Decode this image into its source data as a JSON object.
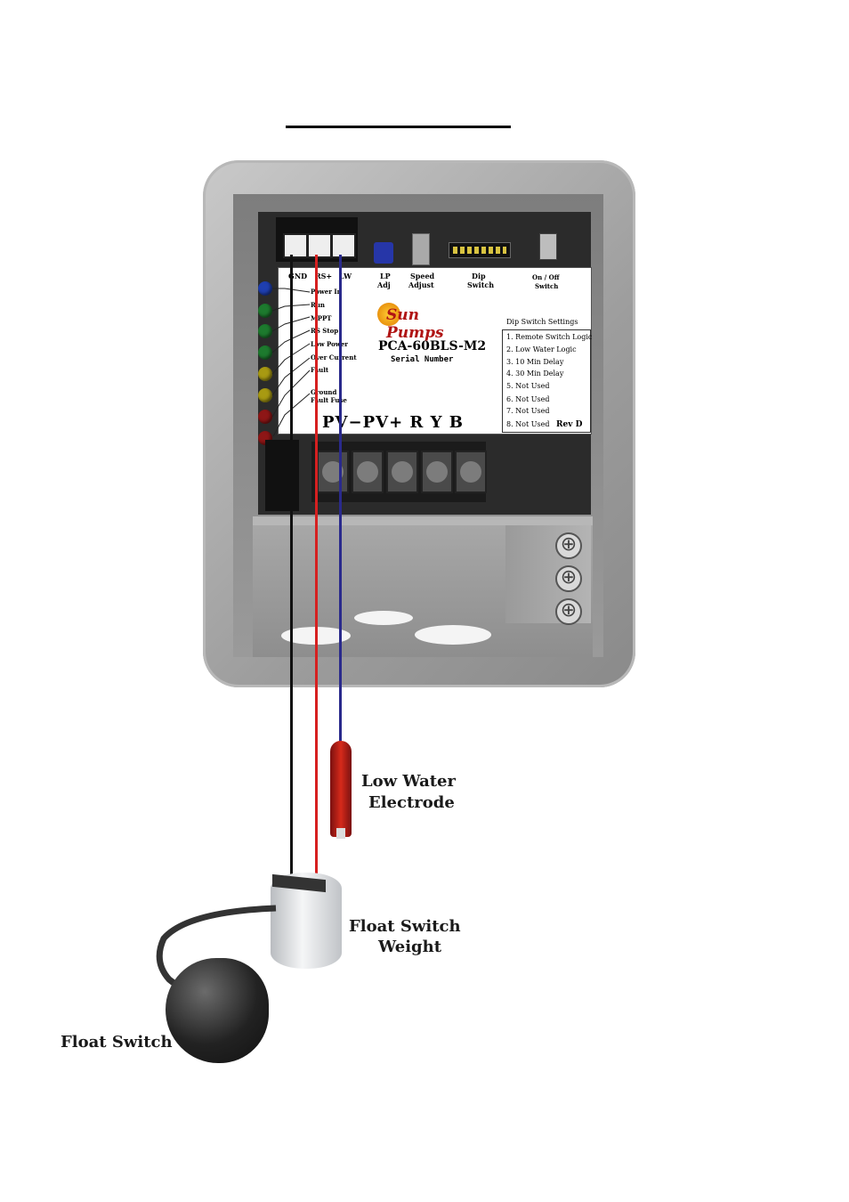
{
  "board": {
    "terminals_top": [
      "GND",
      "RS+",
      "LW"
    ],
    "adjusters": [
      "LP\nAdj",
      "Speed\nAdjust",
      "Dip\nSwitch",
      "On / Off\nSwitch"
    ],
    "adj_lp_1": "LP",
    "adj_lp_2": "Adj",
    "adj_speed_1": "Speed",
    "adj_speed_2": "Adjust",
    "adj_dip_1": "Dip",
    "adj_dip_2": "Switch",
    "adj_onoff_1": "On / Off",
    "adj_onoff_2": "Switch",
    "brand": "Sun Pumps",
    "model": "PCA-60BLS-M2",
    "serial_label": "Serial Number",
    "indicators": [
      "Power In",
      "Run",
      "MPPT",
      "RS Stop",
      "Low Power",
      "Over Current",
      "Fault",
      "Ground Fault Fuse"
    ],
    "indicator_ground_1": "Ground",
    "indicator_ground_2": "Fault Fuse",
    "power_terminals": "PV−PV+ R  Y  B",
    "dip_title": "Dip Switch Settings",
    "dip_settings": [
      "1. Remote Switch Logic",
      "2. Low Water Logic",
      "3. 10 Min Delay",
      "4. 30 Min Delay",
      "5. Not Used",
      "6. Not Used",
      "7. Not Used",
      "8. Not Used"
    ],
    "revision": "Rev D"
  },
  "led_colors": [
    "#1f3fb0",
    "#1d7a2e",
    "#1d7a2e",
    "#1d7a2e",
    "#a89a12",
    "#a89a12",
    "#8e1616",
    "#8e1616"
  ],
  "wire_colors": {
    "gnd": "#111111",
    "rs": "#d62020",
    "lw": "#2a2a8c"
  },
  "callouts": {
    "electrode_1": "Low Water",
    "electrode_2": "Electrode",
    "weight_1": "Float Switch",
    "weight_2": "Weight",
    "float_switch": "Float Switch"
  }
}
